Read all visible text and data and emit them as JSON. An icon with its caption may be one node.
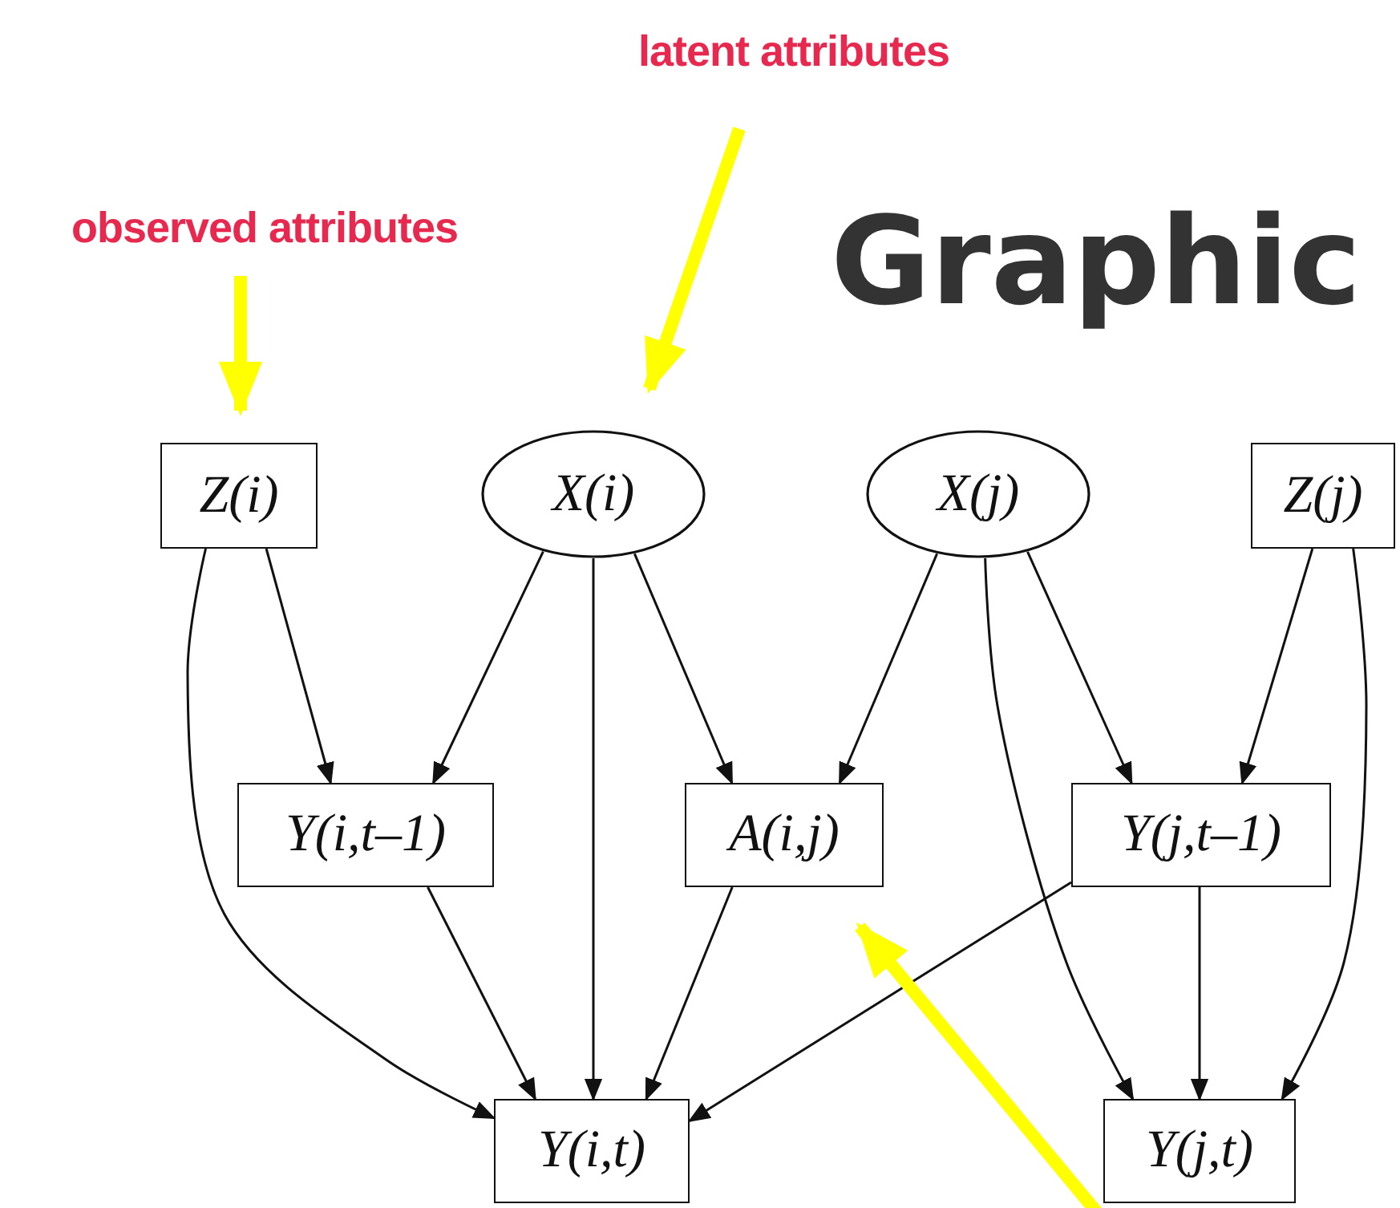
{
  "diagram": {
    "title": "Graphic",
    "nodes": [
      {
        "text": [
          "observed attributes"
        ]
      },
      {
        "text": [
          "latent attributes"
        ]
      },
      {
        "text": [
          "Z(i)"
        ]
      },
      {
        "text": [
          "X(i)"
        ]
      },
      {
        "text": [
          "X(j)"
        ]
      },
      {
        "text": [
          "Z(j)"
        ]
      },
      {
        "text": [
          "Y(i,t–1)"
        ]
      },
      {
        "text": [
          "A(i,j)"
        ]
      },
      {
        "text": [
          "Y(j,t–1)"
        ]
      },
      {
        "text": [
          "Y(i,t)"
        ]
      },
      {
        "text": [
          "Y(j,t)"
        ]
      }
    ],
    "edges": [
      {
        "from": 2,
        "to": 9,
        "arrow": "to"
      },
      {
        "from": 2,
        "to": 6,
        "arrow": "to"
      },
      {
        "from": 3,
        "to": 6,
        "arrow": "to"
      },
      {
        "from": 3,
        "to": 9,
        "arrow": "to"
      },
      {
        "from": 3,
        "to": 7,
        "arrow": "to"
      },
      {
        "from": 4,
        "to": 7,
        "arrow": "to"
      },
      {
        "from": 4,
        "to": 10,
        "arrow": "to"
      },
      {
        "from": 4,
        "to": 8,
        "arrow": "to"
      },
      {
        "from": 5,
        "to": 8,
        "arrow": "to"
      },
      {
        "from": 5,
        "to": 10,
        "arrow": "to"
      },
      {
        "from": 6,
        "to": 9,
        "arrow": "to"
      },
      {
        "from": 7,
        "to": 9,
        "arrow": "to"
      },
      {
        "from": 8,
        "to": 9,
        "arrow": "to"
      },
      {
        "from": 8,
        "to": 10,
        "arrow": "to"
      },
      {
        "from": 0,
        "to": 2,
        "arrow": "to",
        "style": "thick",
        "color": "#ffff00"
      },
      {
        "from": 1,
        "to": 3,
        "arrow": "to",
        "style": "thick",
        "color": "#ffff00"
      },
      {
        "from": null,
        "to": 7,
        "arrow": "to",
        "style": "thick",
        "color": "#ffff00"
      }
    ]
  }
}
